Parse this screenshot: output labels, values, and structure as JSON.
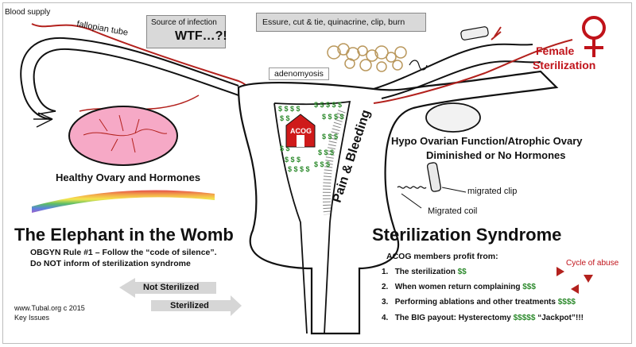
{
  "labels": {
    "blood_supply": "Blood supply",
    "fallopian_tube": "fallopian tube",
    "source_of_infection": "Source of infection",
    "wtf": "WTF…?!",
    "essure": "Essure, cut & tie, quinacrine, clip, burn",
    "adenomyosis": "adenomyosis",
    "acog": "ACOG",
    "pain_bleeding": "Pain & Bleeding",
    "healthy_ovary": "Healthy Ovary and Hormones",
    "hypo_line1": "Hypo Ovarian Function/Atrophic Ovary",
    "hypo_line2": "Diminished or No Hormones",
    "migrated_clip": "migrated clip",
    "migrated_coil": "Migrated coil",
    "female_line1": "Female",
    "female_line2": "Sterilization",
    "elephant_title": "The Elephant in the Womb",
    "rule1": "OBGYN Rule #1 – Follow the “code of silence”.",
    "rule2": "Do NOT inform of sterilization syndrome",
    "syndrome_title": "Sterilization Syndrome",
    "profit_heading": "ACOG members profit from:",
    "cycle_of_abuse": "Cycle of abuse",
    "not_sterilized": "Not Sterilized",
    "sterilized": "Sterilized",
    "footer_line1": "www.Tubal.org c 2015",
    "footer_line2": "Key Issues"
  },
  "profit_items": [
    {
      "num": "1.",
      "text": "The sterilization ",
      "money": "$$",
      "after": ""
    },
    {
      "num": "2.",
      "text": "When women return complaining ",
      "money": "$$$",
      "after": ""
    },
    {
      "num": "3.",
      "text": "Performing ablations and other treatments ",
      "money": "$$$$",
      "after": ""
    },
    {
      "num": "4.",
      "text": "The BIG payout:  Hysterectomy ",
      "money": "$$$$$",
      "after": " “Jackpot”!!!"
    }
  ],
  "colors": {
    "vessel_red": "#b3211d",
    "ovary_pink": "#f6a9c6",
    "money_green": "#2e8b2e",
    "symbol_red": "#c0131a",
    "callout_gray": "#d9d9d9"
  },
  "icons": {
    "female_symbol": "female-symbol-icon",
    "cycle_arrows": "cycle-arrows-icon",
    "acog_building": "barn-icon"
  }
}
